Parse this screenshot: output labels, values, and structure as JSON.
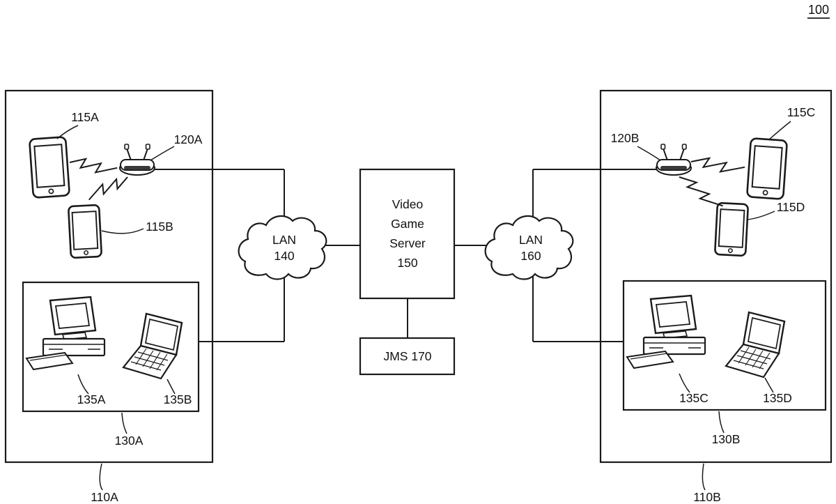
{
  "figure_number": "100",
  "server_box": {
    "line1": "Video",
    "line2": "Game",
    "line3": "Server",
    "line4": "150"
  },
  "jms_box": {
    "label": "JMS 170"
  },
  "lan_left": {
    "name": "LAN",
    "number": "140"
  },
  "lan_right": {
    "name": "LAN",
    "number": "160"
  },
  "labels": {
    "tablet_a": "115A",
    "router_a": "120A",
    "phone_a": "115B",
    "desktop_a": "135A",
    "laptop_a": "135B",
    "group_a": "130A",
    "site_a": "110A",
    "router_b": "120B",
    "tablet_b": "115C",
    "phone_b": "115D",
    "desktop_b": "135C",
    "laptop_b": "135D",
    "group_b": "130B",
    "site_b": "110B"
  }
}
